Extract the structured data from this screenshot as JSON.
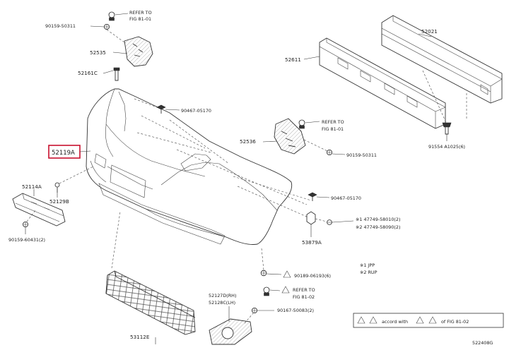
{
  "labels": {
    "refer_fig_top": [
      "REFER TO",
      "FIG 81-01"
    ],
    "p90159_50311_top": "90159-50311",
    "p52535": "52535",
    "p52161c": "52161C",
    "p90467_05170_top": "90467-05170",
    "p52021": "52021",
    "p52611": "52611",
    "refer_fig_mid": [
      "REFER TO",
      "FIG 81-01"
    ],
    "p52536": "52536",
    "p90159_50311_mid": "90159-50311",
    "p91554": "91554 A1025(6)",
    "p52119a": "52119A",
    "p52114a": "52114A",
    "p52129b": "52129B",
    "p90467_05170_mid": "90467-05170",
    "note_47749_1": "※1 47749-58010(2)",
    "note_47749_2": "※2 47749-58090(2)",
    "p90159_60431": "90159-60431(2)",
    "p53879a": "53879A",
    "legend_1": "※1 JPP",
    "legend_2": "※2 RUP",
    "p90189_06193": "90189-06193(6)",
    "p52127d": "52127D(RH)",
    "p52128c": "52128C(LH)",
    "refer_fig_low": [
      "REFER TO",
      "FIG 81-02"
    ],
    "p90167_50083": "90167-50083(2)",
    "p53112e": "53112E",
    "accord_note_left": "accord with",
    "accord_note_right": "of FIG 81-02",
    "diagram_id": "522408G"
  },
  "highlight_color": "#c8102e"
}
